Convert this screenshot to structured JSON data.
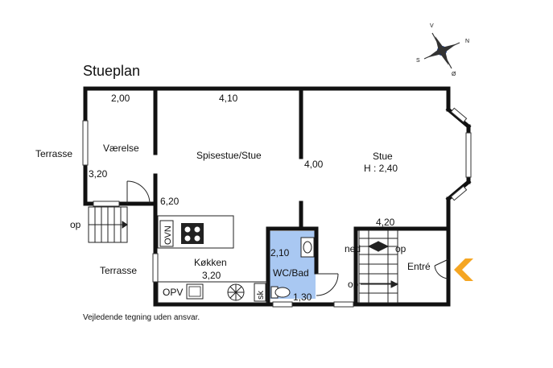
{
  "title": "Stueplan",
  "footer": "Vejledende tegning uden ansvar.",
  "compass": {
    "v": "V",
    "n": "N",
    "s": "S",
    "o": "Ø"
  },
  "rooms": {
    "vaerelse": "Værelse",
    "spisestue": "Spisestue/Stue",
    "stue": "Stue",
    "stue_height": "H : 2,40",
    "koekken": "Køkken",
    "wc": "WC/Bad",
    "entre": "Entré"
  },
  "outside": {
    "terrasse_top": "Terrasse",
    "terrasse_bottom": "Terrasse"
  },
  "dimensions": {
    "vaerelse_w": "2,00",
    "spisestue_w": "4,10",
    "vaerelse_h": "3,20",
    "spisestue_h": "6,20",
    "stue_divider": "4,00",
    "entre_w": "4,20",
    "koekken_w": "3,20",
    "wc_h": "2,10",
    "wc_w": "1,30"
  },
  "stairs": {
    "op_terrace": "op",
    "ned": "ned",
    "op_upper": "op",
    "op_lower": "op"
  },
  "fixtures": {
    "ovn": "OVN",
    "opv": "OPV",
    "sk": "sk"
  },
  "colors": {
    "wall": "#111111",
    "wc_fill": "#a9c8f2",
    "entry_arrow": "#f5a623"
  }
}
